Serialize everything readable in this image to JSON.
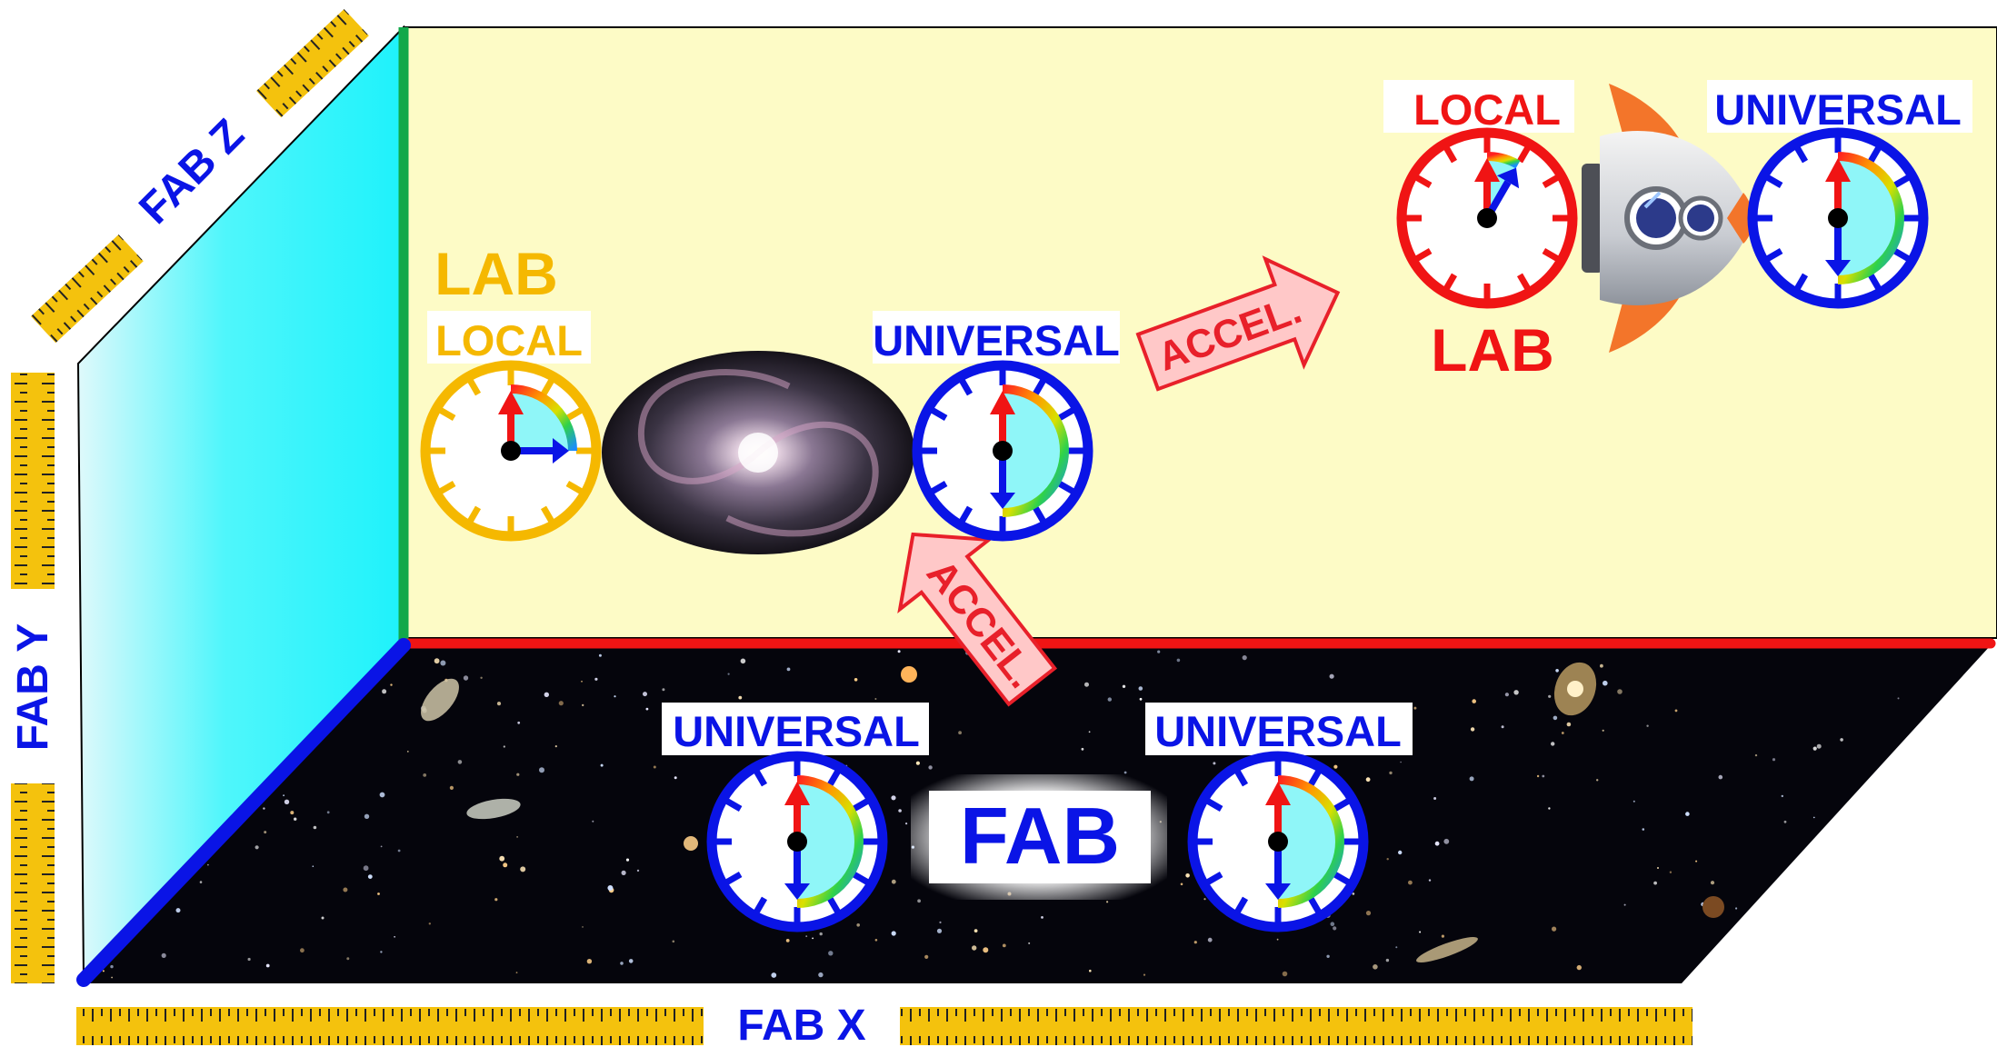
{
  "axes": {
    "x_label": "FAB X",
    "y_label": "FAB Y",
    "z_label": "FAB Z"
  },
  "lab_region": {
    "title": "LAB",
    "local_label": "LOCAL",
    "universal_label": "UNIVERSAL",
    "object": "galaxy-image"
  },
  "rocket_lab": {
    "title": "LAB",
    "local_label": "LOCAL",
    "universal_label": "UNIVERSAL",
    "object": "rocket-image"
  },
  "fab_region": {
    "title": "FAB",
    "clock_left_label": "UNIVERSAL",
    "clock_right_label": "UNIVERSAL"
  },
  "arrows": {
    "accel_right": "ACCEL.",
    "accel_up": "ACCEL."
  },
  "colors": {
    "lab_floor": "#fdfbc6",
    "fab_wall": "#33ffff",
    "fab_space": "#05050c",
    "universal_clock": "#0a14e6",
    "lab_local_clock": "#f5b800",
    "rocket_local_clock": "#f01414",
    "ruler": "#f4c20d",
    "axis_x_edge": "#f01414",
    "axis_y_edge": "#12a84a",
    "axis_z_edge": "#0a14e6",
    "accel_arrow_fill": "#ffc8c8",
    "accel_arrow_stroke": "#e8202a"
  }
}
